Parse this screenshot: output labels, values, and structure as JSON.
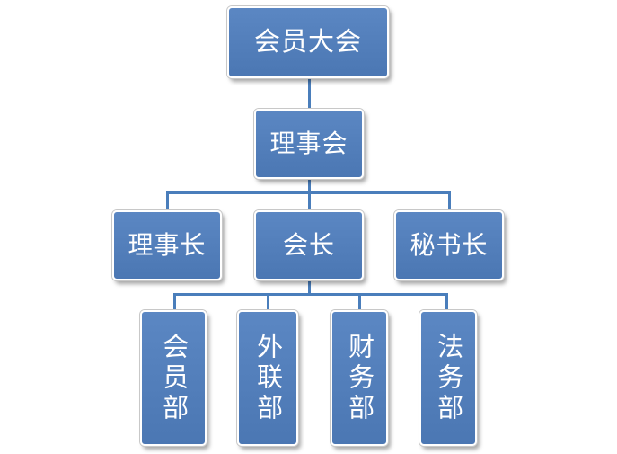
{
  "diagram": {
    "root": {
      "label": "会员大会"
    },
    "council": {
      "label": "理事会"
    },
    "officers": [
      {
        "label": "理事长"
      },
      {
        "label": "会长"
      },
      {
        "label": "秘书长"
      }
    ],
    "departments": [
      {
        "label": "会员部"
      },
      {
        "label": "外联部"
      },
      {
        "label": "财务部"
      },
      {
        "label": "法务部"
      }
    ],
    "colors": {
      "box_fill": "#4f81bd",
      "box_text": "#ffffff",
      "connector": "#4a7ebb"
    }
  }
}
